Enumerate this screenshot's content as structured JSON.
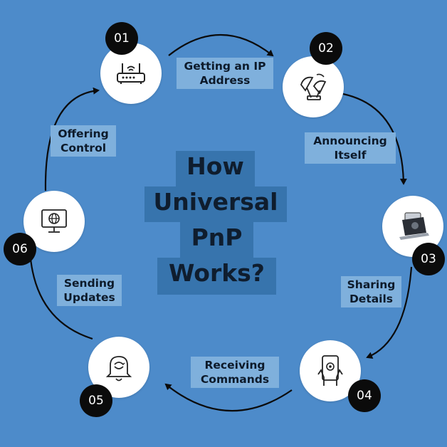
{
  "title": {
    "line1": "How",
    "line2": "Universal",
    "line3": "PnP",
    "line4": "Works?"
  },
  "steps": [
    {
      "number": "01",
      "label_lines": [
        "",
        ""
      ],
      "icon": "router-icon"
    },
    {
      "number": "02",
      "label_lines": [
        "Getting an IP",
        "Address"
      ],
      "icon": "satellite-dish-icon"
    },
    {
      "number": "03",
      "label_lines": [
        "Announcing",
        "Itself"
      ],
      "icon": "laptop-icon"
    },
    {
      "number": "04",
      "label_lines": [
        "Sharing",
        "Details"
      ],
      "icon": "touch-tablet-icon"
    },
    {
      "number": "05",
      "label_lines": [
        "Receiving",
        "Commands"
      ],
      "icon": "bell-icon"
    },
    {
      "number": "06",
      "label_lines": [
        "Sending",
        "Updates"
      ],
      "icon": "monitor-globe-icon"
    }
  ],
  "offering": [
    "Offering",
    "Control"
  ],
  "colors": {
    "background": "#4d8bca",
    "title_block": "#3774ad",
    "label_block": "#7fb0dc",
    "node": "#ffffff",
    "badge": "#0b0b0b"
  }
}
